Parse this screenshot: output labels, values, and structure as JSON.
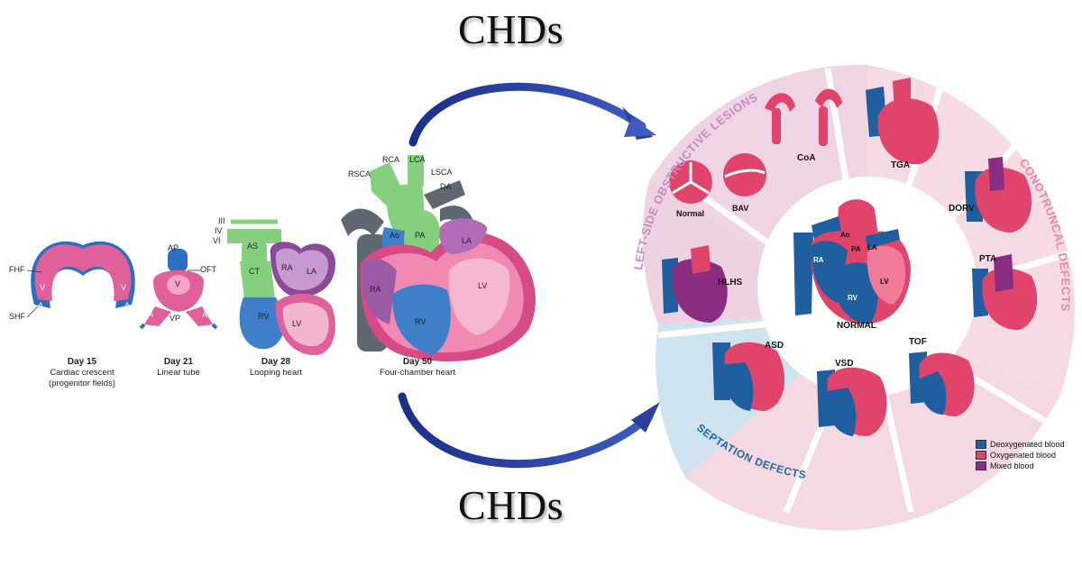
{
  "titles": {
    "top": "CHDs",
    "bottom": "CHDs"
  },
  "stages": [
    {
      "day": "Day 15",
      "desc_lines": [
        "Cardiac crescent",
        "(progenitor fields)"
      ]
    },
    {
      "day": "Day 21",
      "desc_lines": [
        "Linear tube"
      ]
    },
    {
      "day": "Day 28",
      "desc_lines": [
        "Looping heart"
      ]
    },
    {
      "day": "Day 50",
      "desc_lines": [
        "Four-chamber heart"
      ]
    }
  ],
  "stage1_labels": {
    "fhf": "FHF",
    "shf": "SHF",
    "v1": "V",
    "v2": "V",
    "a1": "A",
    "a2": "A"
  },
  "stage2_labels": {
    "ap": "AP",
    "oft": "OFT",
    "v": "V",
    "vp": "VP",
    "a1": "A",
    "a2": "A"
  },
  "stage3_labels": {
    "iii": "III",
    "iv": "IV",
    "vi": "VI",
    "as": "AS",
    "ct": "CT",
    "ra": "RA",
    "la": "LA",
    "rv": "RV",
    "lv": "LV"
  },
  "stage4_labels": {
    "rca": "RCA",
    "lca": "LCA",
    "rsca": "RSCA",
    "lsca": "LSCA",
    "da": "DA",
    "ao": "Ao",
    "pa": "PA",
    "la": "LA",
    "ra": "RA",
    "lv": "LV",
    "rv": "RV"
  },
  "wheel": {
    "center": {
      "title": "NORMAL",
      "labels": [
        "Ao",
        "PA",
        "LA",
        "RA",
        "LV",
        "RV"
      ]
    },
    "categories": {
      "left_obstructive": "LEFT-SIDE OBSTRUCTIVE LESIONS",
      "conotruncal": "CONOTRUNCAL DEFECTS",
      "septation": "SEPTATION DEFECTS"
    },
    "segments": [
      "CoA",
      "TGA",
      "DORV",
      "PTA",
      "TOF",
      "VSD",
      "ASD",
      "HLHS"
    ],
    "bav_labels": {
      "normal": "Normal",
      "bav": "BAV"
    }
  },
  "legend": [
    {
      "label": "Deoxygenated blood",
      "color": "#1f5fa0"
    },
    {
      "label": "Oxygenated blood",
      "color": "#e0446a"
    },
    {
      "label": "Mixed blood",
      "color": "#8a2d82"
    }
  ],
  "colors": {
    "pink": "#e25a92",
    "blue": "#3f7fc9",
    "green": "#86cf7f",
    "purple": "#9a5aa6",
    "grey": "#5f6770",
    "arrow": "#2b3f9b",
    "ring_pink": "#f2dde6",
    "ring_blue": "#cfe3ee"
  }
}
